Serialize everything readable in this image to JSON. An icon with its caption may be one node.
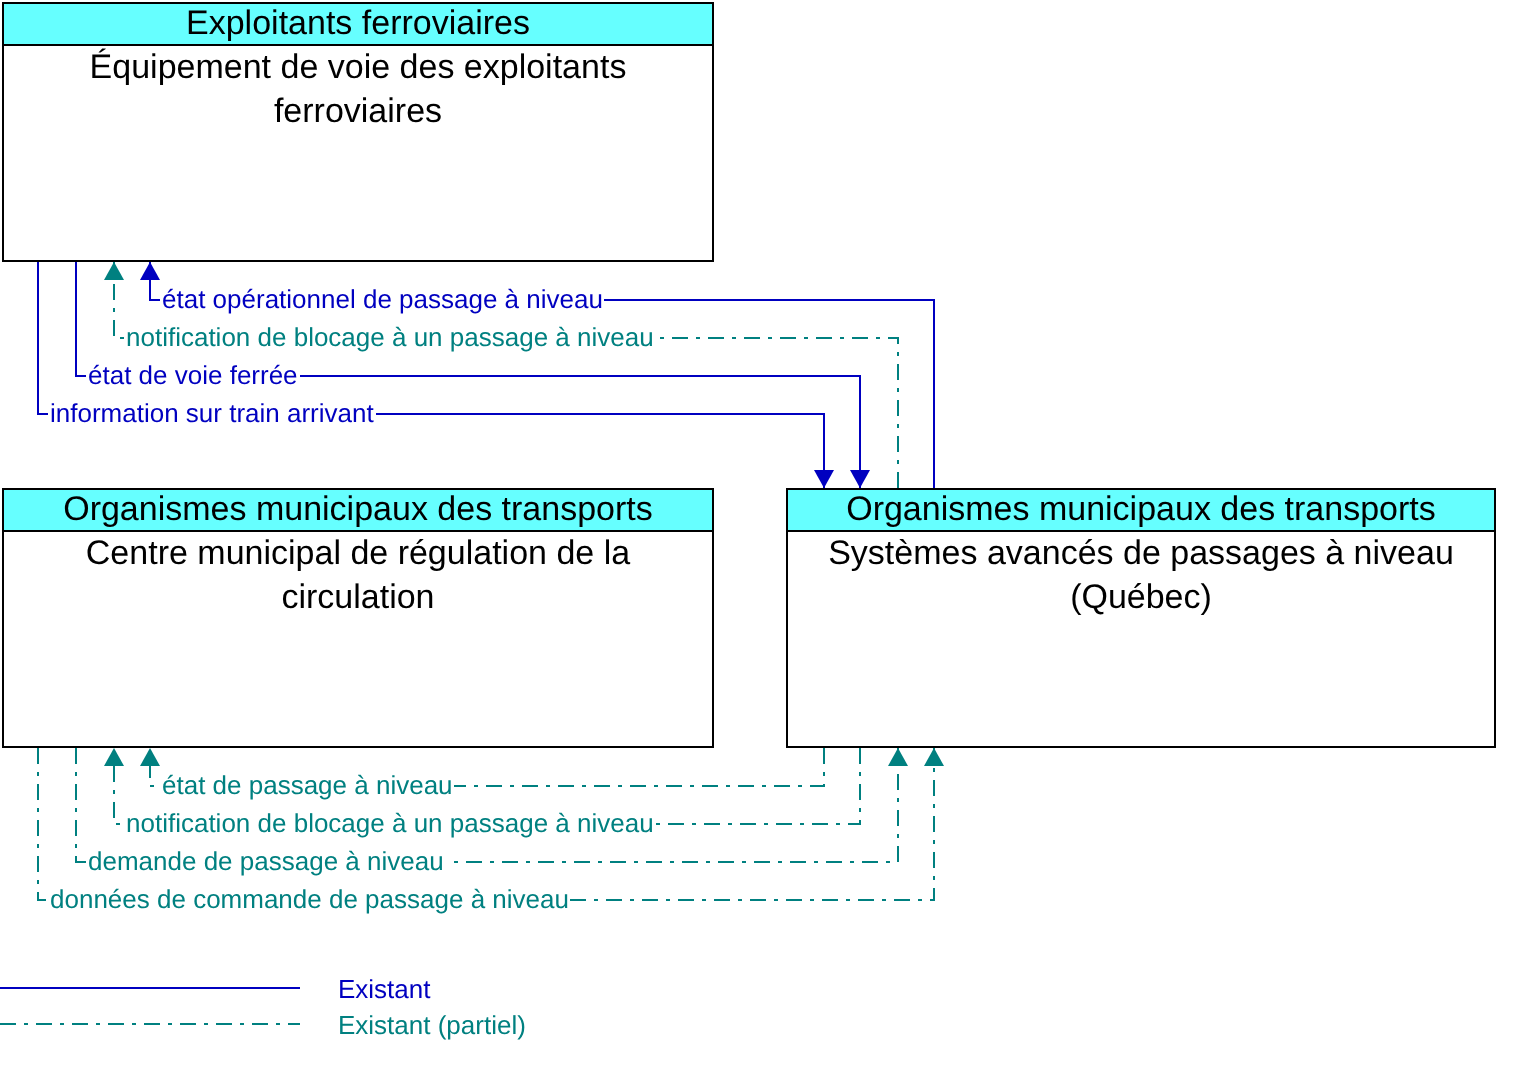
{
  "diagram": {
    "nodes": [
      {
        "text": [
          "Exploitants ferroviaires",
          "Équipement de voie des exploitants ferroviaires"
        ]
      },
      {
        "text": [
          "Organismes municipaux des transports",
          "Centre municipal de régulation de la circulation"
        ]
      },
      {
        "text": [
          "Organismes municipaux des transports",
          "Systèmes avancés de passages à niveau (Québec)"
        ]
      }
    ],
    "edges": [
      {
        "from": 2,
        "to": 0,
        "arrow": "to",
        "label": "état opérationnel de passage à niveau",
        "color": "#0000c0"
      },
      {
        "from": 2,
        "to": 0,
        "arrow": "to",
        "label": "notification de blocage à un passage à niveau",
        "style": "dashed",
        "color": "#008080"
      },
      {
        "from": 0,
        "to": 2,
        "arrow": "to",
        "label": "état de voie ferrée",
        "color": "#0000c0"
      },
      {
        "from": 0,
        "to": 2,
        "arrow": "to",
        "label": "information sur train arrivant",
        "color": "#0000c0"
      },
      {
        "from": 2,
        "to": 1,
        "arrow": "to",
        "label": "état de passage à niveau",
        "style": "dashed",
        "color": "#008080"
      },
      {
        "from": 2,
        "to": 1,
        "arrow": "to",
        "label": "notification de blocage à un passage à niveau",
        "style": "dashed",
        "color": "#008080"
      },
      {
        "from": 1,
        "to": 2,
        "arrow": "to",
        "label": "demande de passage à niveau",
        "style": "dashed",
        "color": "#008080"
      },
      {
        "from": 1,
        "to": 2,
        "arrow": "to",
        "label": "données de commande de passage à niveau",
        "style": "dashed",
        "color": "#008080"
      }
    ],
    "legend": [
      {
        "text": "Existant"
      },
      {
        "text": "Existant (partiel)"
      }
    ]
  }
}
